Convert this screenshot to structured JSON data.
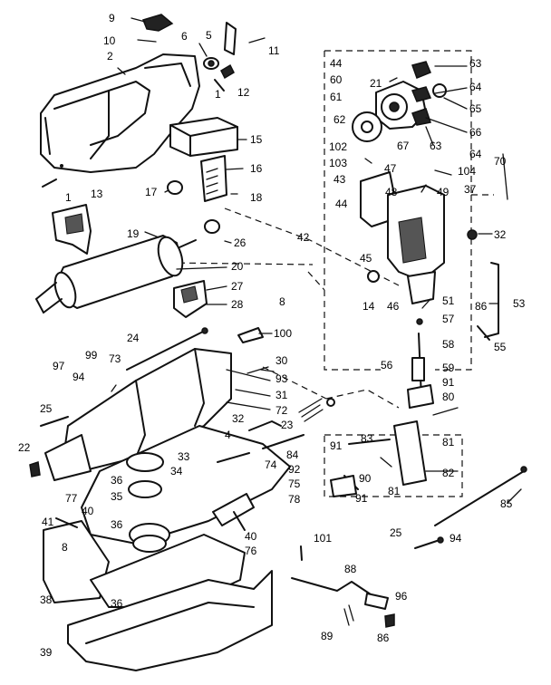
{
  "callouts": [
    {
      "id": "c9",
      "label": "9"
    },
    {
      "id": "c10",
      "label": "10"
    },
    {
      "id": "c2",
      "label": "2"
    },
    {
      "id": "c6",
      "label": "6"
    },
    {
      "id": "c5",
      "label": "5"
    },
    {
      "id": "c11",
      "label": "11"
    },
    {
      "id": "c1a",
      "label": "1"
    },
    {
      "id": "c12",
      "label": "12"
    },
    {
      "id": "c15",
      "label": "15"
    },
    {
      "id": "c16",
      "label": "16"
    },
    {
      "id": "c1b",
      "label": "1"
    },
    {
      "id": "c13",
      "label": "13"
    },
    {
      "id": "c17",
      "label": "17"
    },
    {
      "id": "c18",
      "label": "18"
    },
    {
      "id": "c19",
      "label": "19"
    },
    {
      "id": "c26",
      "label": "26"
    },
    {
      "id": "c20",
      "label": "20"
    },
    {
      "id": "c27",
      "label": "27"
    },
    {
      "id": "c28",
      "label": "28"
    },
    {
      "id": "c24",
      "label": "24"
    },
    {
      "id": "c100",
      "label": "100"
    },
    {
      "id": "c99",
      "label": "99"
    },
    {
      "id": "c73",
      "label": "73"
    },
    {
      "id": "c97",
      "label": "97"
    },
    {
      "id": "c94a",
      "label": "94"
    },
    {
      "id": "c25a",
      "label": "25"
    },
    {
      "id": "c22",
      "label": "22"
    },
    {
      "id": "c30",
      "label": "30"
    },
    {
      "id": "c93",
      "label": "93"
    },
    {
      "id": "c31",
      "label": "31"
    },
    {
      "id": "c72",
      "label": "72"
    },
    {
      "id": "c32a",
      "label": "32"
    },
    {
      "id": "c23",
      "label": "23"
    },
    {
      "id": "c4",
      "label": "4"
    },
    {
      "id": "c84",
      "label": "84"
    },
    {
      "id": "c33",
      "label": "33"
    },
    {
      "id": "c34",
      "label": "34"
    },
    {
      "id": "c92",
      "label": "92"
    },
    {
      "id": "c74",
      "label": "74"
    },
    {
      "id": "c75",
      "label": "75"
    },
    {
      "id": "c36a",
      "label": "36"
    },
    {
      "id": "c77",
      "label": "77"
    },
    {
      "id": "c35",
      "label": "35"
    },
    {
      "id": "c78",
      "label": "78"
    },
    {
      "id": "c41",
      "label": "41"
    },
    {
      "id": "c40a",
      "label": "40"
    },
    {
      "id": "c36b",
      "label": "36"
    },
    {
      "id": "c40b",
      "label": "40"
    },
    {
      "id": "c76",
      "label": "76"
    },
    {
      "id": "c8a",
      "label": "8"
    },
    {
      "id": "c38",
      "label": "38"
    },
    {
      "id": "c36c",
      "label": "36"
    },
    {
      "id": "c39",
      "label": "39"
    },
    {
      "id": "c44a",
      "label": "44"
    },
    {
      "id": "c63a",
      "label": "63"
    },
    {
      "id": "c60",
      "label": "60"
    },
    {
      "id": "c64a",
      "label": "64"
    },
    {
      "id": "c61",
      "label": "61"
    },
    {
      "id": "c21",
      "label": "21"
    },
    {
      "id": "c65",
      "label": "65"
    },
    {
      "id": "c62",
      "label": "62"
    },
    {
      "id": "c66",
      "label": "66"
    },
    {
      "id": "c67",
      "label": "67"
    },
    {
      "id": "c63b",
      "label": "63"
    },
    {
      "id": "c64b",
      "label": "64"
    },
    {
      "id": "c102",
      "label": "102"
    },
    {
      "id": "c103",
      "label": "103"
    },
    {
      "id": "c47",
      "label": "47"
    },
    {
      "id": "c104",
      "label": "104"
    },
    {
      "id": "c70",
      "label": "70"
    },
    {
      "id": "c43",
      "label": "43"
    },
    {
      "id": "c48",
      "label": "48"
    },
    {
      "id": "c49",
      "label": "49"
    },
    {
      "id": "c37",
      "label": "37"
    },
    {
      "id": "c44b",
      "label": "44"
    },
    {
      "id": "c42",
      "label": "42"
    },
    {
      "id": "c32b",
      "label": "32"
    },
    {
      "id": "c45",
      "label": "45"
    },
    {
      "id": "c8b",
      "label": "8"
    },
    {
      "id": "c14",
      "label": "14"
    },
    {
      "id": "c46",
      "label": "46"
    },
    {
      "id": "c51",
      "label": "51"
    },
    {
      "id": "c53",
      "label": "53"
    },
    {
      "id": "c86a",
      "label": "86"
    },
    {
      "id": "c57",
      "label": "57"
    },
    {
      "id": "c55",
      "label": "55"
    },
    {
      "id": "c58",
      "label": "58"
    },
    {
      "id": "c56",
      "label": "56"
    },
    {
      "id": "c59",
      "label": "59"
    },
    {
      "id": "c91a",
      "label": "91"
    },
    {
      "id": "c80",
      "label": "80"
    },
    {
      "id": "c83",
      "label": "83"
    },
    {
      "id": "c91b",
      "label": "91"
    },
    {
      "id": "c81a",
      "label": "81"
    },
    {
      "id": "c90",
      "label": "90"
    },
    {
      "id": "c81b",
      "label": "81"
    },
    {
      "id": "c82",
      "label": "82"
    },
    {
      "id": "c91c",
      "label": "91"
    },
    {
      "id": "c85",
      "label": "85"
    },
    {
      "id": "c25b",
      "label": "25"
    },
    {
      "id": "c94b",
      "label": "94"
    },
    {
      "id": "c101",
      "label": "101"
    },
    {
      "id": "c88",
      "label": "88"
    },
    {
      "id": "c96",
      "label": "96"
    },
    {
      "id": "c89",
      "label": "89"
    },
    {
      "id": "c86b",
      "label": "86"
    }
  ]
}
